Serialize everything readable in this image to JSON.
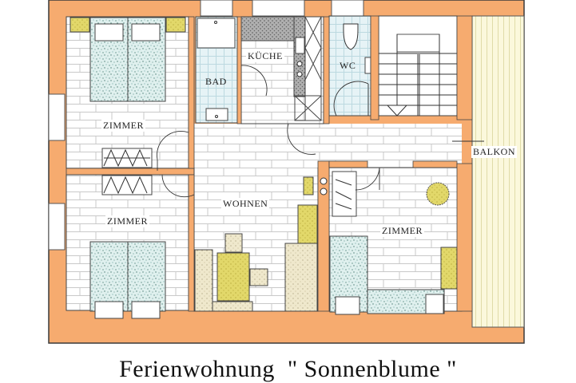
{
  "title": "Ferienwohnung  \" Sonnenblume \"",
  "colors": {
    "wall": "#f6ab6f",
    "wall_outline": "#3a3a3a",
    "floor_tile": "#ffffff",
    "tile_line": "#c8c8c8",
    "bed": "#dff0ee",
    "bath_tile": "#e6f3f6",
    "furniture_yellow": "#e2d86a",
    "furniture_beige": "#efe8cc",
    "balcony": "#fbf8dc",
    "balcony_stripe": "#e3dfb0",
    "counter": "#9a9a9a"
  },
  "rooms": {
    "zimmer_top_left": "ZIMMER",
    "bad": "BAD",
    "kueche": "KÜCHE",
    "wc": "WC",
    "balkon": "BALKON",
    "zimmer_bottom_left": "ZIMMER",
    "wohnen": "WOHNEN",
    "zimmer_right": "ZIMMER"
  }
}
